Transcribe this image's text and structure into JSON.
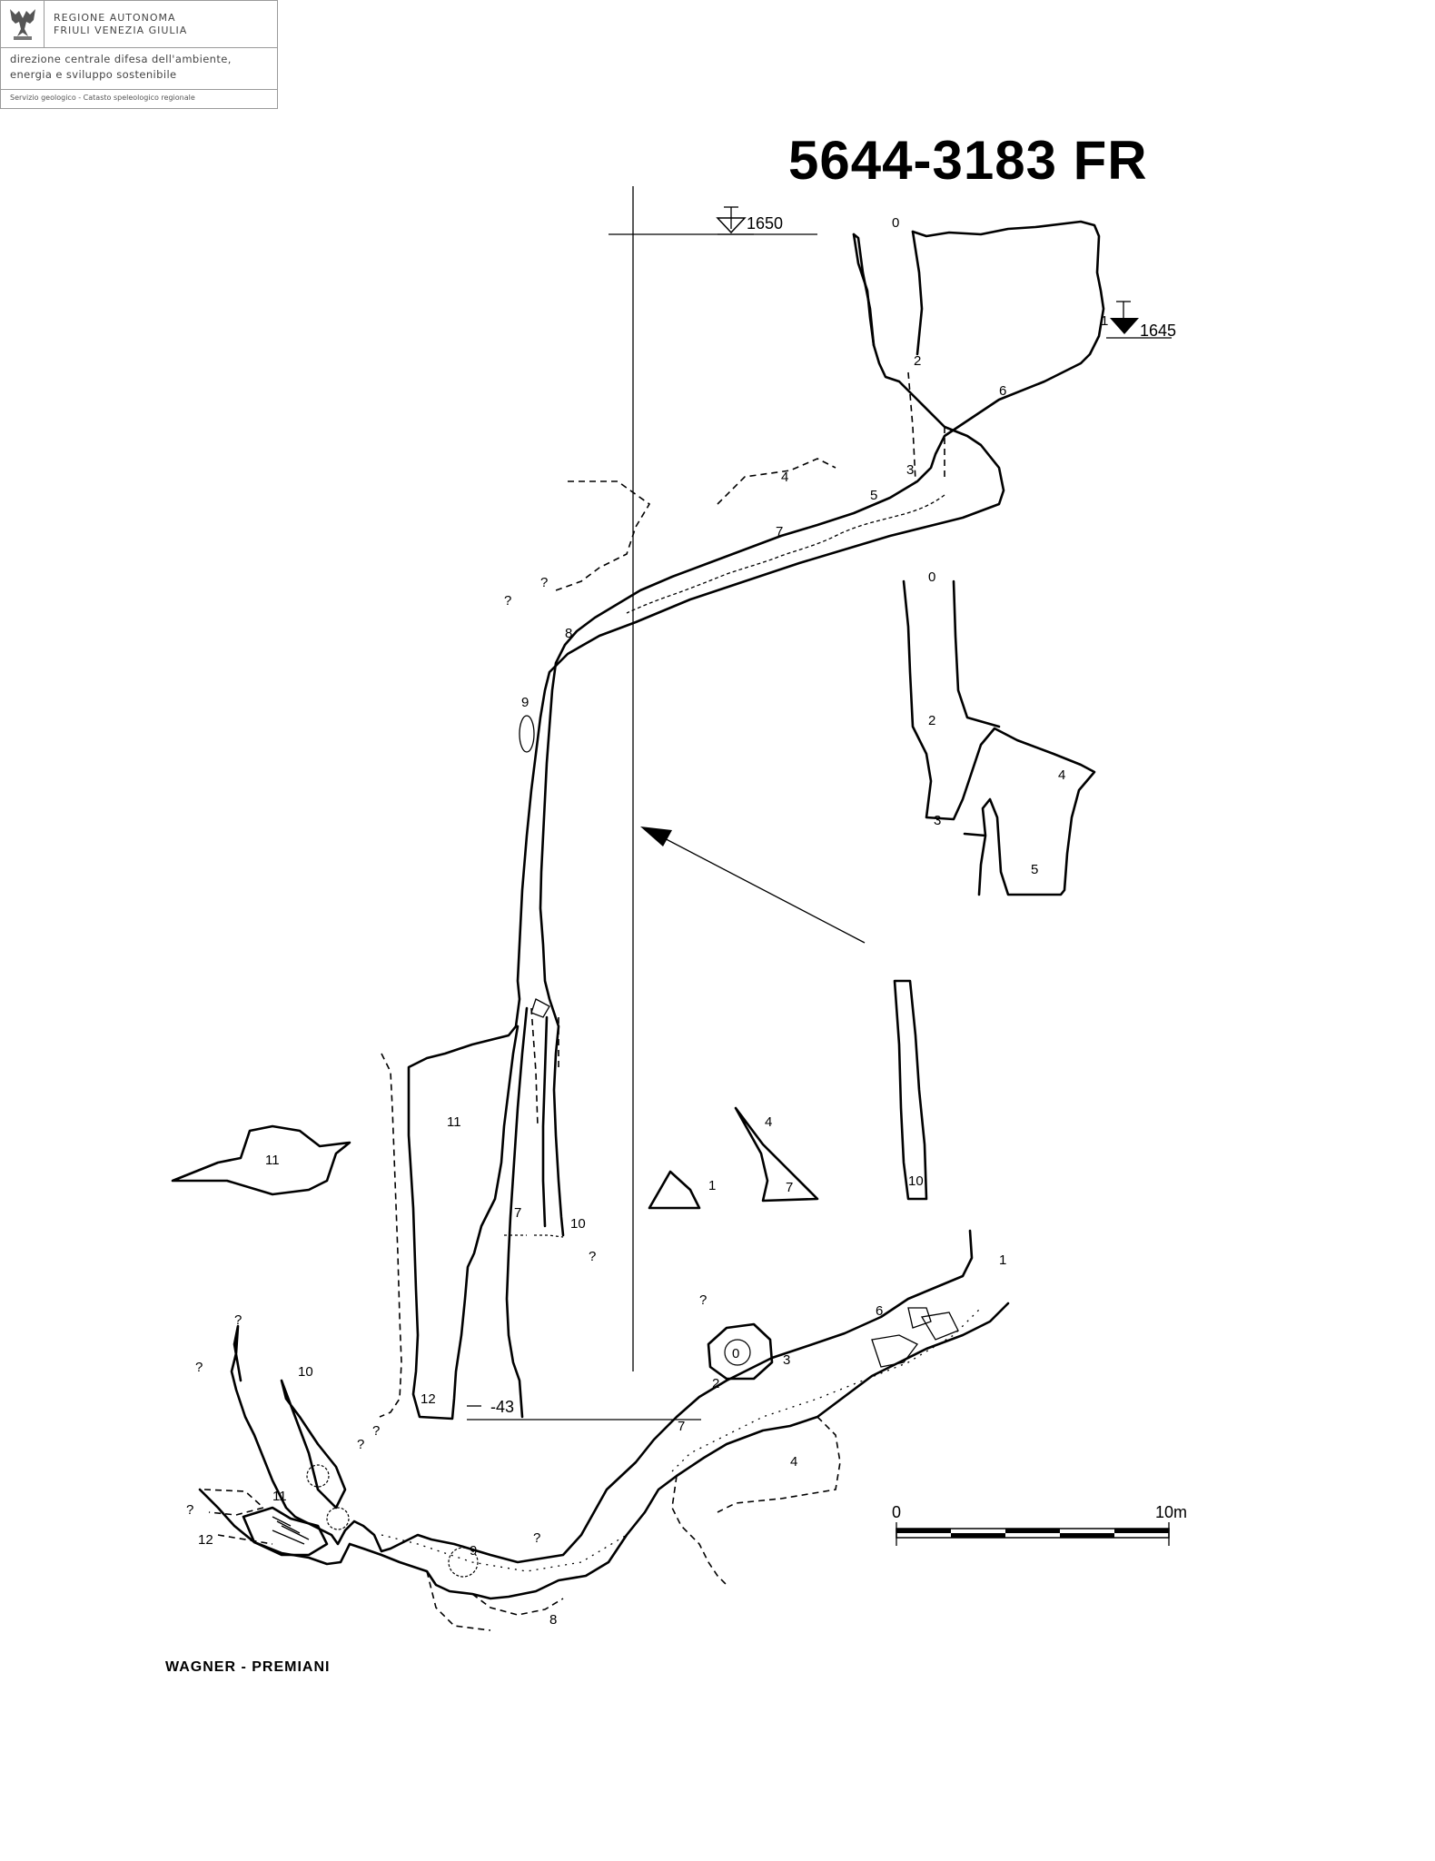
{
  "header": {
    "region_line1": "REGIONE AUTONOMA",
    "region_line2": "FRIULI VENEZIA GIULIA",
    "directorate_line1": "direzione centrale difesa dell'ambiente,",
    "directorate_line2": "energia e sviluppo sostenibile",
    "service": "Servizio geologico - Catasto speleologico regionale",
    "logo_icon": "eagle-emblem-icon"
  },
  "survey": {
    "cave_id": "5644-3183 FR",
    "entrance_elevation": "1650",
    "secondary_entrance_elevation": "1645",
    "bottom_depth": "-43",
    "authors": "WAGNER - PREMIANI",
    "scale": {
      "start": "0",
      "end": "10m",
      "segments": 5
    },
    "unknown_mark": "?",
    "profile_stations": [
      "0",
      "1",
      "2",
      "3",
      "4",
      "5",
      "6",
      "7",
      "8",
      "9",
      "10",
      "11",
      "12"
    ],
    "cross_section_stations": [
      "0",
      "2",
      "3",
      "4",
      "5",
      "1",
      "4",
      "7",
      "10",
      "11"
    ],
    "plan_stations": [
      "1",
      "2",
      "3",
      "6",
      "7",
      "4",
      "8",
      "9",
      "10",
      "11",
      "12",
      "0"
    ]
  }
}
